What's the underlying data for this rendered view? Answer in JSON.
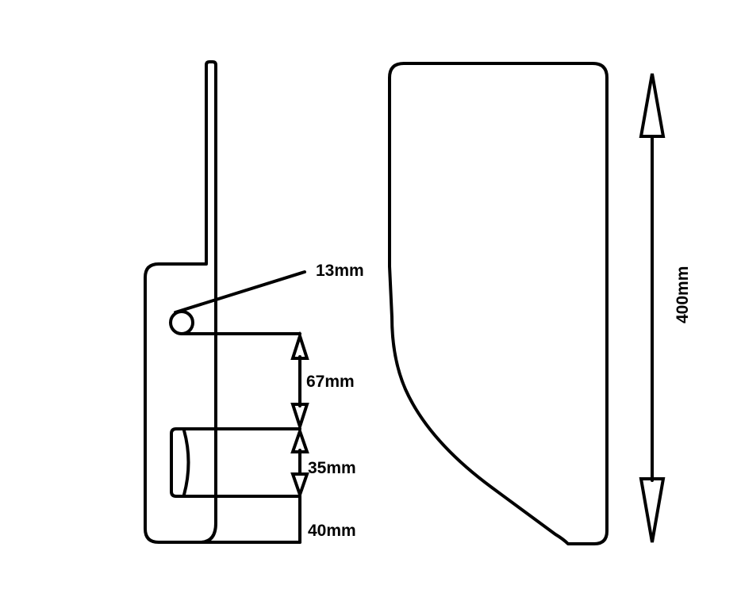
{
  "colors": {
    "stroke": "#000000",
    "background": "#ffffff"
  },
  "labels": {
    "hole_diameter": "13mm",
    "gap_hole_to_slot": "67mm",
    "slot_height": "35mm",
    "bottom_offset": "40mm",
    "total_height": "400mm"
  }
}
